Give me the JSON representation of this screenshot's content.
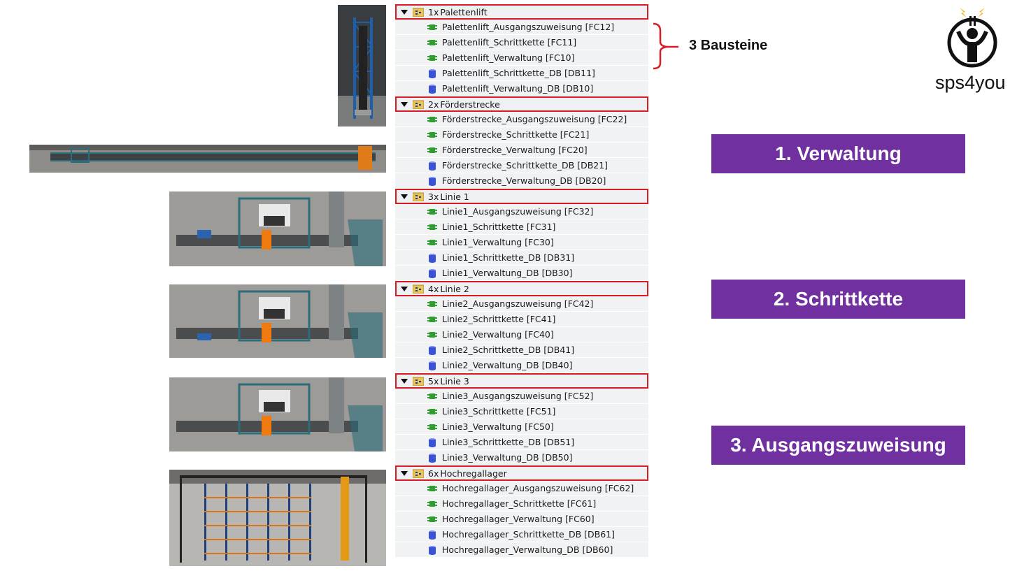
{
  "tree": [
    {
      "count": "1x",
      "label": "Palettenlift",
      "items": [
        {
          "type": "fc",
          "label": "Palettenlift_Ausgangszuweisung [FC12]"
        },
        {
          "type": "fc",
          "label": "Palettenlift_Schrittkette [FC11]"
        },
        {
          "type": "fc",
          "label": "Palettenlift_Verwaltung [FC10]"
        },
        {
          "type": "db",
          "label": "Palettenlift_Schrittkette_DB [DB11]"
        },
        {
          "type": "db",
          "label": "Palettenlift_Verwaltung_DB [DB10]"
        }
      ]
    },
    {
      "count": "2x",
      "label": "Förderstrecke",
      "items": [
        {
          "type": "fc",
          "label": "Förderstrecke_Ausgangszuweisung [FC22]"
        },
        {
          "type": "fc",
          "label": "Förderstrecke_Schrittkette [FC21]"
        },
        {
          "type": "fc",
          "label": "Förderstrecke_Verwaltung [FC20]"
        },
        {
          "type": "db",
          "label": "Förderstrecke_Schrittkette_DB [DB21]"
        },
        {
          "type": "db",
          "label": "Förderstrecke_Verwaltung_DB [DB20]"
        }
      ]
    },
    {
      "count": "3x",
      "label": "Linie 1",
      "items": [
        {
          "type": "fc",
          "label": "Linie1_Ausgangszuweisung [FC32]"
        },
        {
          "type": "fc",
          "label": "Linie1_Schrittkette [FC31]"
        },
        {
          "type": "fc",
          "label": "Linie1_Verwaltung [FC30]"
        },
        {
          "type": "db",
          "label": "Linie1_Schrittkette_DB [DB31]"
        },
        {
          "type": "db",
          "label": "Linie1_Verwaltung_DB [DB30]"
        }
      ]
    },
    {
      "count": "4x",
      "label": "Linie 2",
      "items": [
        {
          "type": "fc",
          "label": "Linie2_Ausgangszuweisung [FC42]"
        },
        {
          "type": "fc",
          "label": "Linie2_Schrittkette [FC41]"
        },
        {
          "type": "fc",
          "label": "Linie2_Verwaltung [FC40]"
        },
        {
          "type": "db",
          "label": "Linie2_Schrittkette_DB [DB41]"
        },
        {
          "type": "db",
          "label": "Linie2_Verwaltung_DB [DB40]"
        }
      ]
    },
    {
      "count": "5x",
      "label": "Linie 3",
      "items": [
        {
          "type": "fc",
          "label": "Linie3_Ausgangszuweisung [FC52]"
        },
        {
          "type": "fc",
          "label": "Linie3_Schrittkette [FC51]"
        },
        {
          "type": "fc",
          "label": "Linie3_Verwaltung [FC50]"
        },
        {
          "type": "db",
          "label": "Linie3_Schrittkette_DB [DB51]"
        },
        {
          "type": "db",
          "label": "Linie3_Verwaltung_DB [DB50]"
        }
      ]
    },
    {
      "count": "6x",
      "label": "Hochregallager",
      "items": [
        {
          "type": "fc",
          "label": "Hochregallager_Ausgangszuweisung [FC62]"
        },
        {
          "type": "fc",
          "label": "Hochregallager_Schrittkette [FC61]"
        },
        {
          "type": "fc",
          "label": "Hochregallager_Verwaltung [FC60]"
        },
        {
          "type": "db",
          "label": "Hochregallager_Schrittkette_DB [DB61]"
        },
        {
          "type": "db",
          "label": "Hochregallager_Verwaltung_DB [DB60]"
        }
      ]
    }
  ],
  "annotation": {
    "brace_label": "3 Bausteine"
  },
  "steps": [
    "1. Verwaltung",
    "2. Schrittkette",
    "3. Ausgangszuweisung"
  ],
  "logo": {
    "text": "sps4you"
  },
  "colors": {
    "step_box": "#7030a0",
    "highlight": "#d81c24",
    "fc_icon": "#2f9e2f",
    "db_icon": "#3a52d6"
  }
}
